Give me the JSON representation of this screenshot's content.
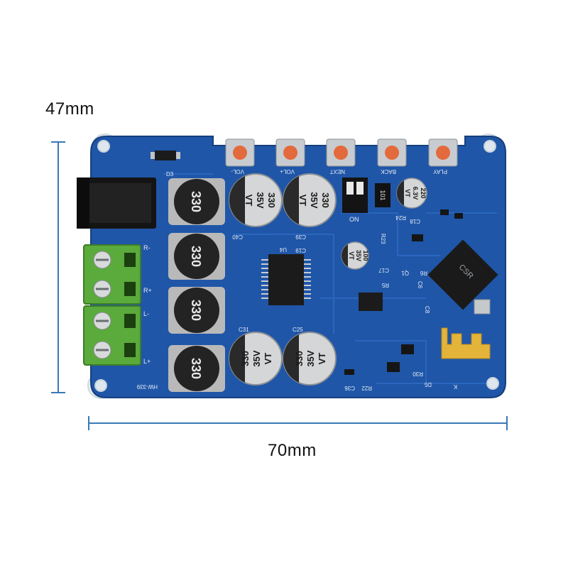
{
  "dimensions": {
    "height": "47mm",
    "width": "70mm",
    "line_color": "#3a78b8"
  },
  "board": {
    "pcb_color": "#1f56a8",
    "model_label": "HW-339",
    "buttons": [
      "VOL-",
      "VOL+",
      "NEXT",
      "BACK",
      "PLAY"
    ],
    "inductors": [
      "330",
      "330",
      "330",
      "330"
    ],
    "capacitors_large": [
      {
        "value": "330",
        "voltage": "35V",
        "series": "VT"
      },
      {
        "value": "330",
        "voltage": "35V",
        "series": "VT"
      },
      {
        "value": "330",
        "voltage": "35V",
        "series": "VT"
      },
      {
        "value": "330",
        "voltage": "35V",
        "series": "VT"
      }
    ],
    "capacitors_small": [
      {
        "value": "100",
        "voltage": "35V",
        "series": "VT"
      },
      {
        "value": "220",
        "voltage": "6.3V",
        "series": "VT"
      }
    ],
    "switch_label": "ON",
    "resistor_marking": "101",
    "bt_module_brand": "CSR",
    "silkscreen": [
      "D3",
      "C40",
      "C39",
      "C19",
      "C31",
      "C25",
      "C36",
      "C17",
      "R23",
      "R24",
      "C18",
      "U4",
      "Q1",
      "R6",
      "R5",
      "C6",
      "C8",
      "R30",
      "R22",
      "D5",
      "R-",
      "R+",
      "L-",
      "L+",
      "K"
    ]
  }
}
